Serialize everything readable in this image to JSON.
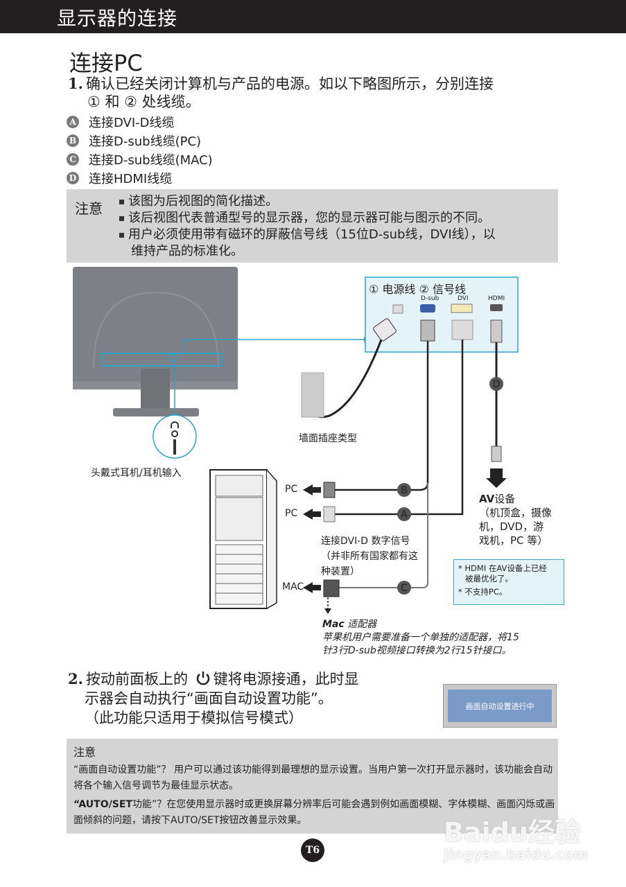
{
  "header": {
    "title": "显示器的连接"
  },
  "section_title": "连接PC",
  "step1": {
    "number": "1.",
    "line1": "确认已经关闭计算机与产品的电源。如以下略图所示，分别连接",
    "line2": "① 和 ② 处线缆。"
  },
  "legend": [
    {
      "badge": "A",
      "label": "连接DVI-D线缆"
    },
    {
      "badge": "B",
      "label": "连接D-sub线缆(PC)"
    },
    {
      "badge": "C",
      "label": "连接D-sub线缆(MAC)"
    },
    {
      "badge": "D",
      "label": "连接HDMI线缆"
    }
  ],
  "note1": {
    "label": "注意",
    "items": [
      "该图为后视图的简化描述。",
      "该后视图代表普通型号的显示器，您的显示器可能与图示的不同。",
      "用户必须使用带有磁环的屏蔽信号线（15位D-sub线，DVI线），以"
    ],
    "item3_cont": "维持产品的标准化。"
  },
  "diagram": {
    "port_panel_title": "① 电源线 ② 信号线",
    "ports": [
      "D-sub",
      "DVI",
      "HDMI"
    ],
    "wall_outlet_label": "墙面插座类型",
    "headphone_label": "头戴式耳机/耳机输入",
    "pc_label_b": "PC",
    "pc_label_a": "PC",
    "mac_label": "MAC",
    "cable_markers": [
      "A",
      "B",
      "C",
      "D"
    ],
    "dvi_note": [
      "连接DVI-D 数字信号",
      "（并非所有国家都有这",
      "种装置）"
    ],
    "av_device": {
      "title": "AV",
      "title_suffix": "设备",
      "lines": [
        "（机顶盒，摄像",
        "机，DVD，游",
        "戏机，PC 等）"
      ]
    },
    "hdmi_note": [
      "* HDMI 在AV设备上已经",
      "  被最优化了。",
      "* 不支持PC。"
    ],
    "mac_adapter": {
      "title": "Mac",
      "title_suffix": "适配器",
      "line1": "苹果机用户需要准备一个单独的适配器，将15",
      "line2": "针3行D-sub视频接口转换为2行15针接口。"
    }
  },
  "step2": {
    "number": "2.",
    "line1a": "按动前面板上的",
    "power_icon": "power-icon",
    "line1b": "键将电源接通，此时显",
    "line2": "示器会自动执行“画面自动设置功能”。",
    "line3": "（此功能只适用于模拟信号模式）"
  },
  "osd_message": "画面自动设置进行中",
  "note2": {
    "label": "注意",
    "p1": "“画面自动设置功能”？ 用户可以通过该功能得到最理想的显示设置。当用户第一次打开显示器时，该功能会自动将各个输入信号调节为最佳显示状态。",
    "p2_bold": "“AUTO/SET",
    "p2": "功能”？在您使用显示器时或更换屏幕分辨率后可能会遇到例如画面模糊、字体模糊、画面闪烁或画面倾斜的问题，请按下AUTO/SET按钮改善显示效果。"
  },
  "page_number": "T6",
  "watermark": {
    "brand": "Baidu经验",
    "url": "jingyan.baidu.com"
  },
  "colors": {
    "header_bg": "#231f20",
    "note_bg": "#d4d4d4",
    "accent_cyan": "#2aa3c9",
    "panel_bg": "#e3f3f8",
    "osd_bg": "#7a9ac8"
  }
}
